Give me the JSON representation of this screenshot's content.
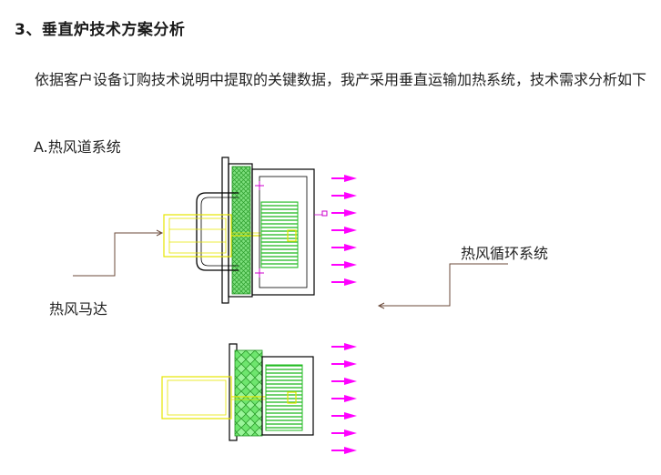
{
  "section": {
    "heading": "3、垂直炉技术方案分析",
    "paragraph": "依据客户设备订购技术说明中提取的关键数据，我产采用垂直运输加热系统，技术需求分析如下",
    "subsection": "A.热风道系统"
  },
  "diagram": {
    "label_motor": "热风马达",
    "label_circulation": "热风循环系统",
    "colors": {
      "arrow": "#ff00ff",
      "motor_outline": "#e6e600",
      "fan": "#22cc22",
      "frame": "#000000",
      "leader": "#6b4a3a"
    }
  }
}
